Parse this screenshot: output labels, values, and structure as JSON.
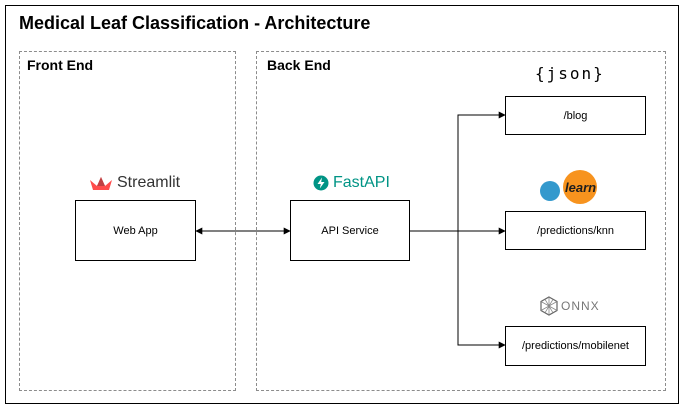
{
  "title": "Medical Leaf Classification - Architecture",
  "groups": {
    "front_end": "Front End",
    "back_end": "Back End"
  },
  "nodes": {
    "web_app": "Web App",
    "api_service": "API Service",
    "blog": "/blog",
    "knn": "/predictions/knn",
    "mobilenet": "/predictions/mobilenet"
  },
  "logos": {
    "streamlit": {
      "text": "Streamlit",
      "icon": "streamlit-crown-icon",
      "color": "#ff4b4b"
    },
    "fastapi": {
      "text": "FastAPI",
      "icon": "fastapi-bolt-icon",
      "color": "#009485"
    },
    "json": {
      "text": "{json}",
      "icon": "json-icon"
    },
    "sklearn": {
      "text": "learn",
      "icon": "sklearn-logo-icon",
      "colors": [
        "#f7931e",
        "#3499cd"
      ]
    },
    "onnx": {
      "text": "ONNX",
      "icon": "onnx-polyhedron-icon",
      "color": "#777777"
    }
  },
  "connections": [
    {
      "from": "Web App",
      "to": "API Service",
      "direction": "both"
    },
    {
      "from": "API Service",
      "to": "/blog",
      "direction": "forward"
    },
    {
      "from": "API Service",
      "to": "/predictions/knn",
      "direction": "forward"
    },
    {
      "from": "API Service",
      "to": "/predictions/mobilenet",
      "direction": "forward"
    }
  ]
}
